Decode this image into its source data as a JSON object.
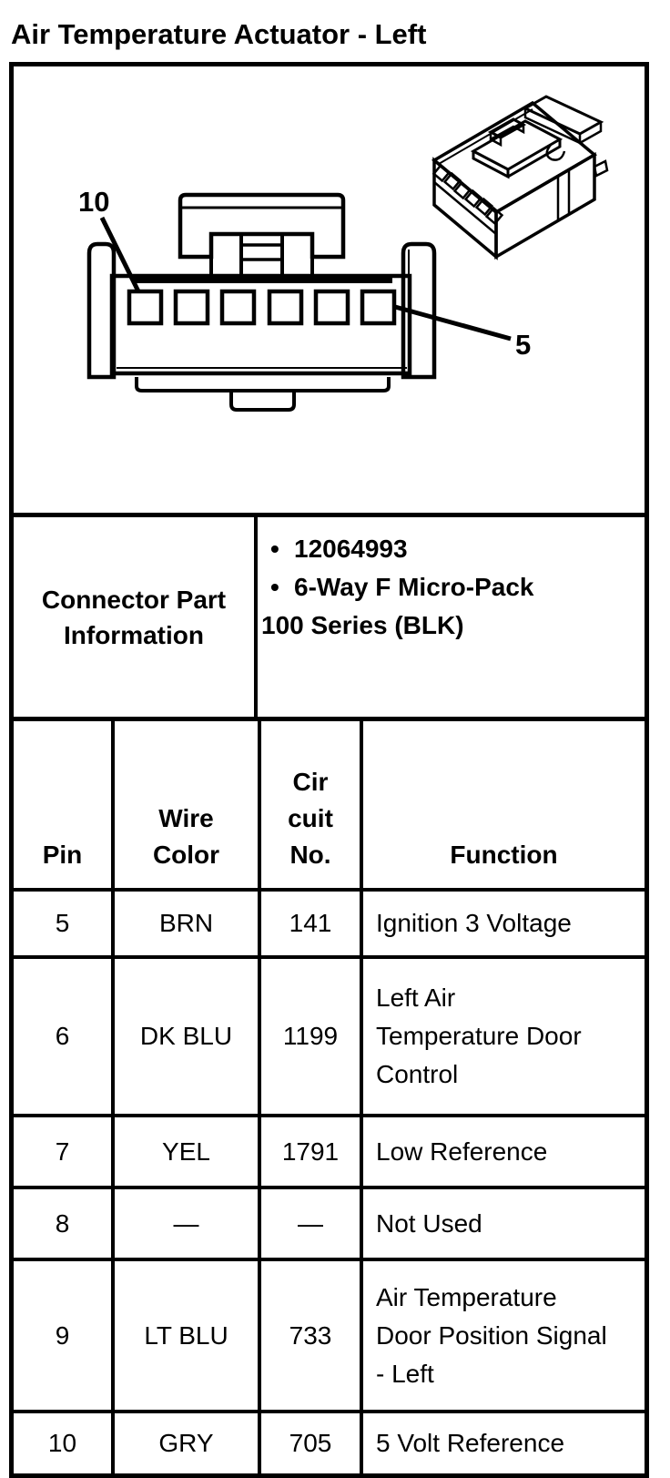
{
  "title": "Air Temperature Actuator - Left",
  "diagram": {
    "front_view_pin_label_first": "10",
    "front_view_pin_label_last": "5"
  },
  "connector_info": {
    "heading": "Connector Part\nInformation",
    "bullet_char": "•",
    "bullets": [
      "12064993",
      "6-Way F Micro-Pack"
    ],
    "series_note": "100 Series (BLK)"
  },
  "pin_table": {
    "headers": {
      "pin": "Pin",
      "wire_color": "Wire\nColor",
      "circuit_no": "Cir\ncuit\nNo.",
      "function": "Function"
    },
    "rows": [
      {
        "pin": "5",
        "wire_color": "BRN",
        "circuit_no": "141",
        "function": "Ignition 3 Voltage"
      },
      {
        "pin": "6",
        "wire_color": "DK BLU",
        "circuit_no": "1199",
        "function": "Left Air\nTemperature Door\nControl"
      },
      {
        "pin": "7",
        "wire_color": "YEL",
        "circuit_no": "1791",
        "function": "Low Reference"
      },
      {
        "pin": "8",
        "wire_color": "—",
        "circuit_no": "—",
        "function": "Not Used"
      },
      {
        "pin": "9",
        "wire_color": "LT BLU",
        "circuit_no": "733",
        "function": "Air Temperature\nDoor Position Signal\n- Left"
      },
      {
        "pin": "10",
        "wire_color": "GRY",
        "circuit_no": "705",
        "function": "5 Volt Reference"
      }
    ]
  },
  "colors": {
    "ink": "#000000",
    "paper": "#ffffff"
  }
}
